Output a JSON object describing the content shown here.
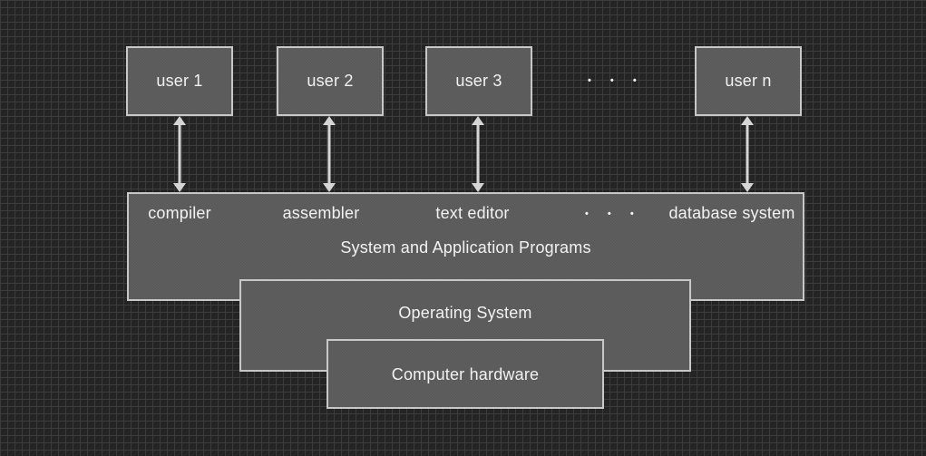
{
  "users": [
    "user 1",
    "user 2",
    "user 3",
    "user n"
  ],
  "users_ellipsis": "• • •",
  "programs": {
    "items": [
      "compiler",
      "assembler",
      "text editor",
      "database system"
    ],
    "ellipsis": "• • •",
    "title": "System and Application Programs"
  },
  "os_label": "Operating System",
  "hardware_label": "Computer hardware",
  "colors": {
    "bg": "#242424",
    "grid": "#3c3c3c",
    "box-fill": "#595959",
    "box-border": "#c8c8c8",
    "text": "#f2f2f2",
    "arrow": "#d6d6d6"
  }
}
